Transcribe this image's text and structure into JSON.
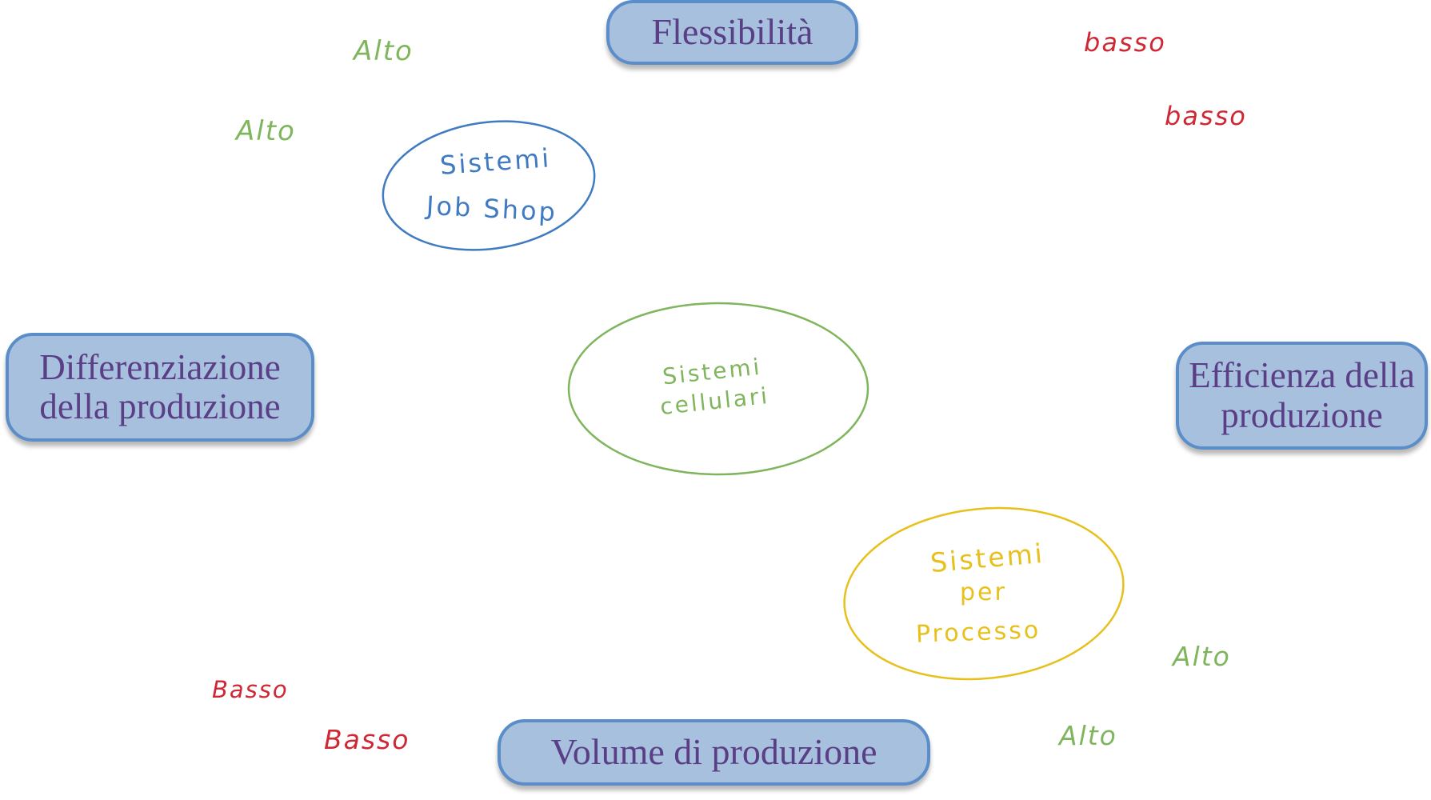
{
  "boxes": {
    "top": [
      "Flessibilità"
    ],
    "left": [
      "Differenziazione",
      "della produzione"
    ],
    "right": [
      "Efficienza della",
      "produzione"
    ],
    "bottom": [
      "Volume di produzione"
    ]
  },
  "annotations": {
    "alto_top_1": "Alto",
    "alto_top_2": "Alto",
    "basso_top_1": "basso",
    "basso_top_2": "basso",
    "basso_bottom_1": "Basso",
    "basso_bottom_2": "Basso",
    "alto_bottom_1": "Alto",
    "alto_bottom_2": "Alto"
  },
  "ellipses": {
    "job_shop": [
      "Sistemi",
      "Job Shop"
    ],
    "cellulari": [
      "Sistemi",
      "cellulari"
    ],
    "processo": [
      "Sistemi",
      "per",
      "Processo"
    ]
  },
  "colors": {
    "box_fill": "#a7c0de",
    "box_border": "#5b8dc9",
    "box_text": "#5a3f86",
    "green": "#7fb55d",
    "red": "#cf2733",
    "blue": "#3f7ac2",
    "yellow": "#e8c01c"
  }
}
